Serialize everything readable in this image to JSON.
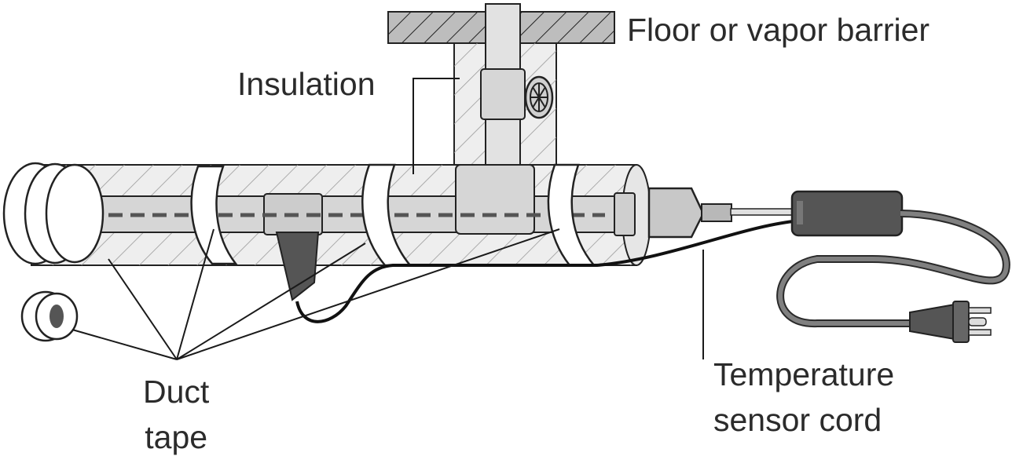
{
  "labels": {
    "floor": "Floor or vapor barrier",
    "insulation": "Insulation",
    "duct_line1": "Duct",
    "duct_line2": "tape",
    "temp_line1": "Temperature",
    "temp_line2": "sensor cord"
  },
  "colors": {
    "line": "#1a1a1a",
    "pipe": "#d6d6d6",
    "insulation": "#eeeeee",
    "tape": "#ffffff",
    "plug": "#444444"
  }
}
